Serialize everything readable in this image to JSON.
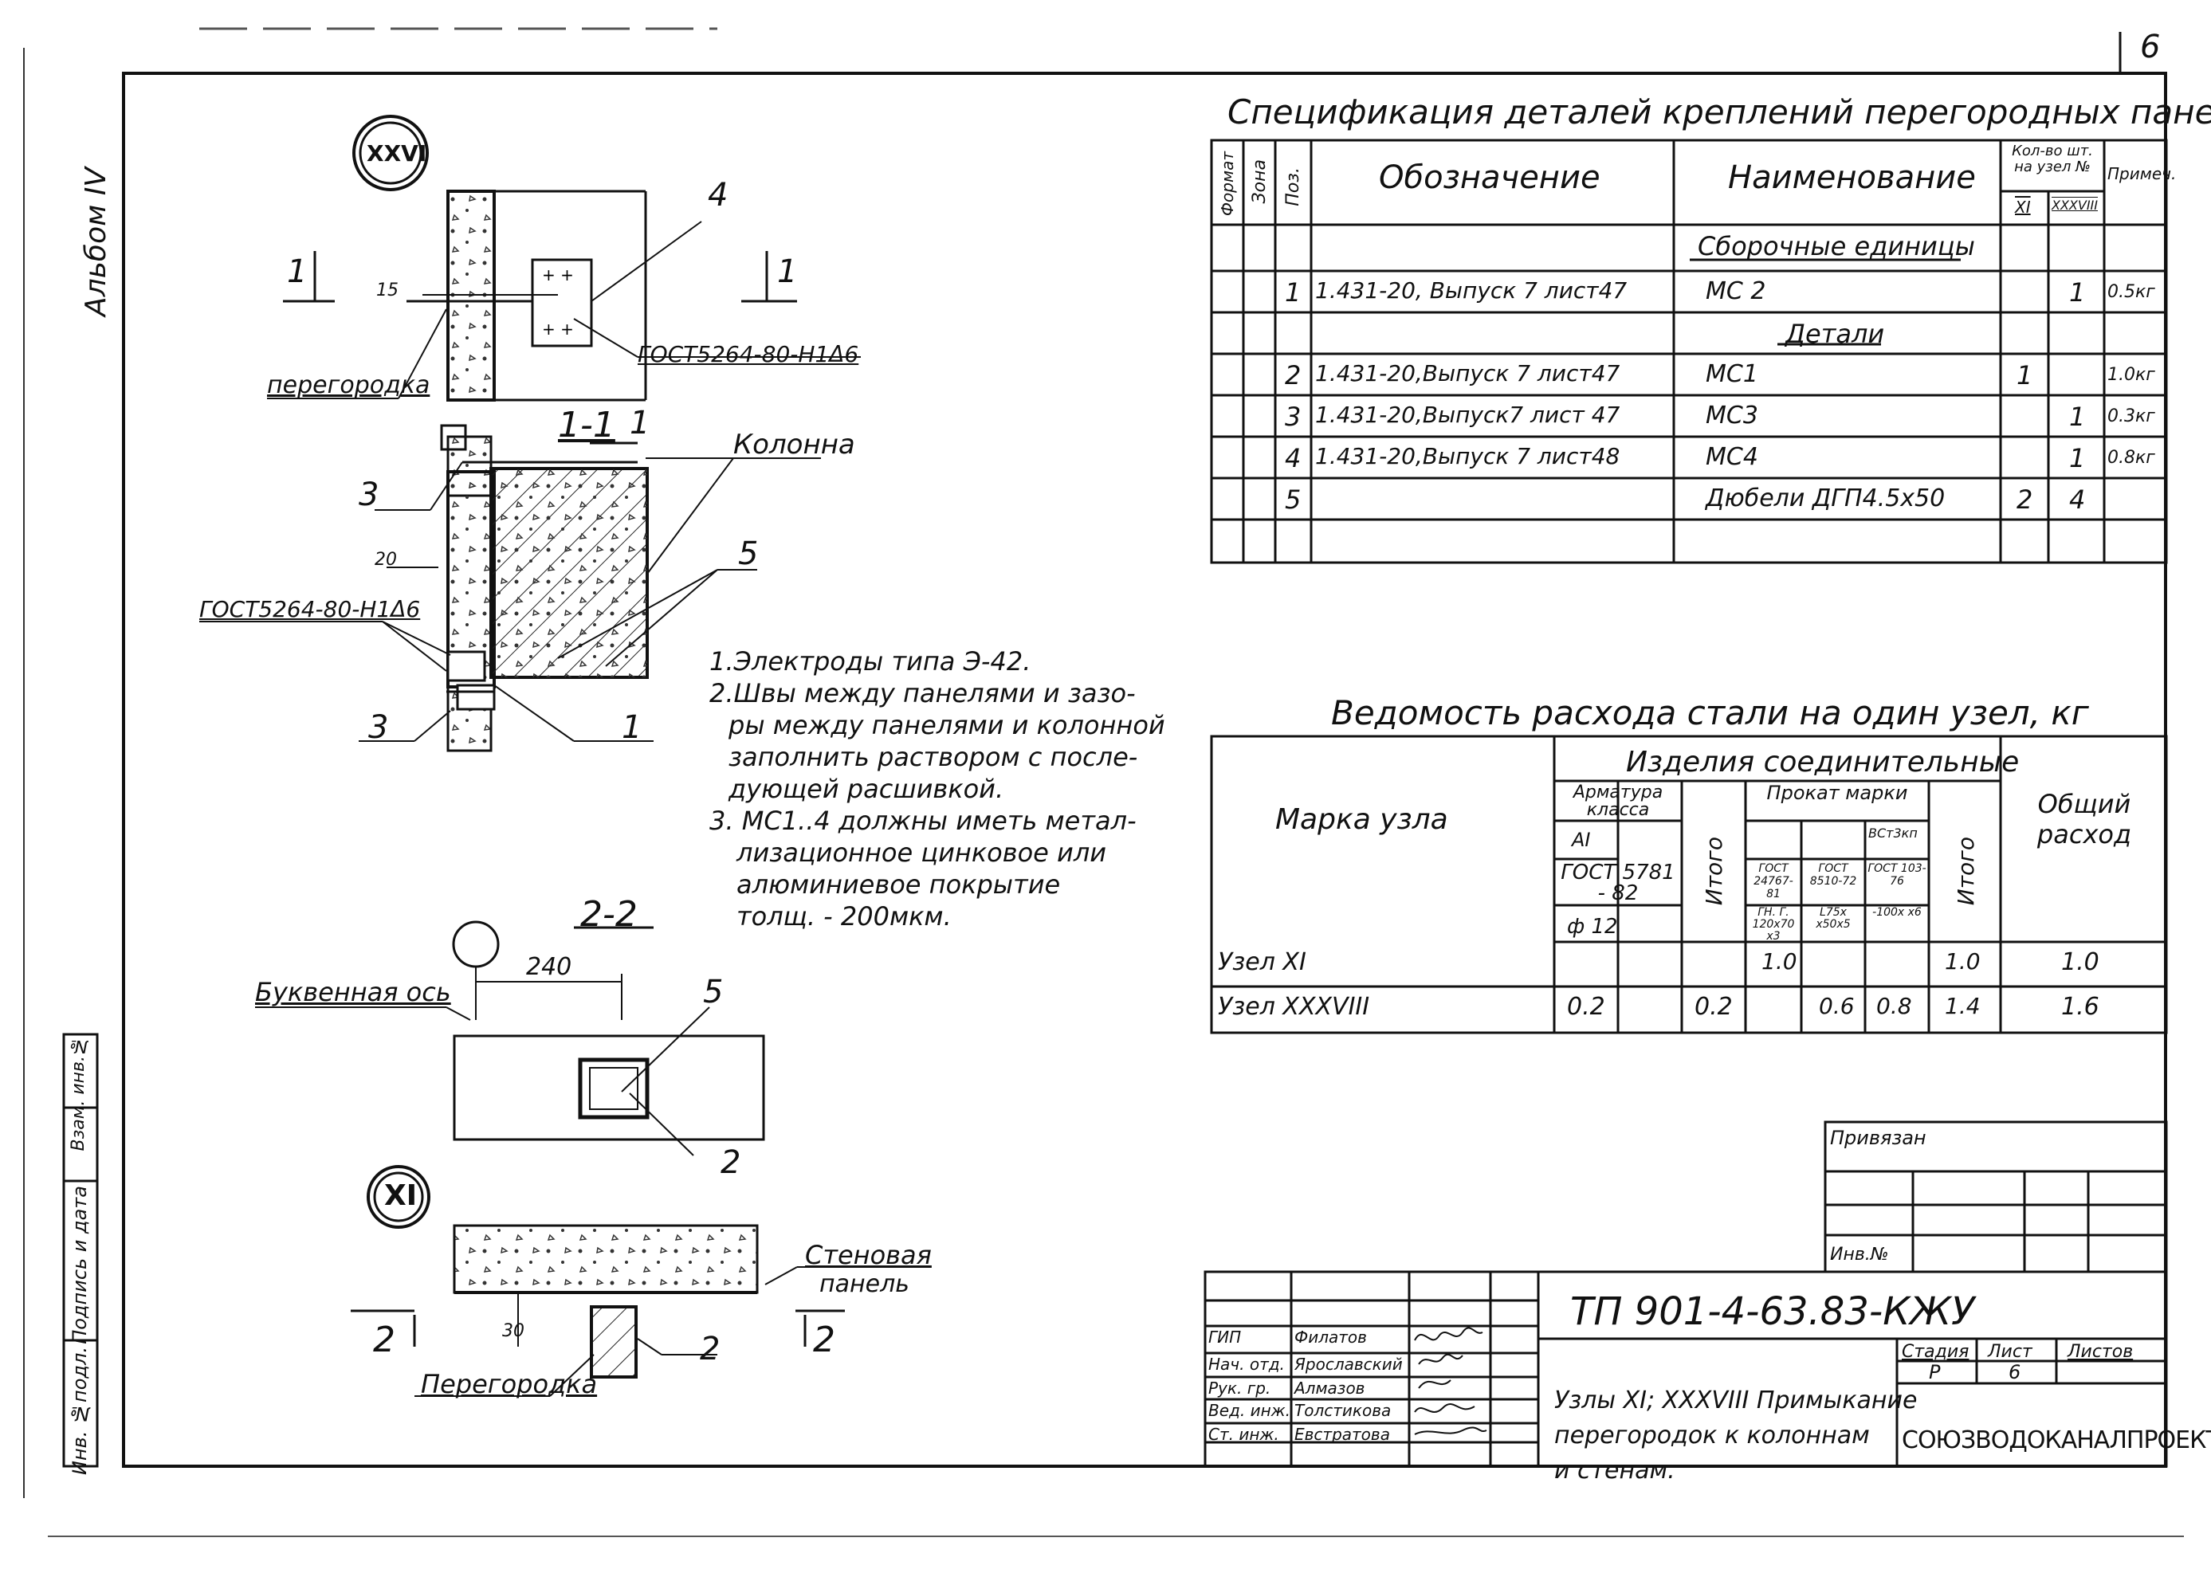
{
  "sheet_number_top": "6",
  "album_label": "Альбом IV",
  "left_strip": [
    "Инв. №подл.",
    "Подпись и дата",
    "Взам. инв.№"
  ],
  "detail_xxvi": {
    "marker": "XXVI",
    "section_mark": "1",
    "dim_15": "15",
    "label_4": "4",
    "label_peregorodka": "перегородка",
    "gost_label": "ГОСТ5264-80-Н1Δ6"
  },
  "section_1_1": {
    "title": "1-1",
    "label_1a": "1",
    "label_kolonna": "Колонна",
    "label_3a": "3",
    "dim_20": "20",
    "label_5": "5",
    "gost_label": "ГОСТ5264-80-Н1Δ6",
    "label_3b": "3",
    "label_1b": "1"
  },
  "notes": [
    "1.Электроды  типа Э-42.",
    "2.Швы между панелями и зазо-",
    "ры между панелями и колонной",
    "заполнить раствором с после-",
    "дующей расшивкой.",
    "3. МС1..4 должны иметь метал-",
    "лизационное  цинковое или",
    "алюминиевое  покрытие",
    "толщ. - 200мкм."
  ],
  "section_2_2": {
    "title": "2-2",
    "dim_240": "240",
    "label_axis": "Буквенная ось",
    "label_5": "5",
    "label_2": "2"
  },
  "detail_xi": {
    "marker": "XI",
    "label_wall": "Стеновая",
    "label_wall2": "панель",
    "label_2left": "2",
    "label_2right": "2",
    "dim_30": "30",
    "label_peregorodka": "Перегородка",
    "label_2": "2"
  },
  "spec": {
    "title": "Спецификация  деталей  креплений  перегородных  панелей",
    "headers": {
      "format": "Формат",
      "zone": "Зона",
      "pos": "Поз.",
      "designation": "Обозначение",
      "name": "Наименование",
      "qty": "Кол-во шт. на узел №",
      "qty_xi": "XI",
      "qty_xxxviii": "XXXVIII",
      "note": "Примеч."
    },
    "rows": [
      {
        "pos": "",
        "designation": "",
        "name": "Сборочные  единицы",
        "xi": "",
        "xxxviii": "",
        "note": "",
        "heading": true
      },
      {
        "pos": "1",
        "designation": "1.431-20, Выпуск 7 лист47",
        "name": "МС 2",
        "xi": "",
        "xxxviii": "1",
        "note": "0.5кг"
      },
      {
        "pos": "",
        "designation": "",
        "name": "Детали",
        "xi": "",
        "xxxviii": "",
        "note": "",
        "heading": true
      },
      {
        "pos": "2",
        "designation": "1.431-20,Выпуск 7 лист47",
        "name": "МС1",
        "xi": "1",
        "xxxviii": "",
        "note": "1.0кг"
      },
      {
        "pos": "3",
        "designation": "1.431-20,Выпуск7   лист 47",
        "name": "МС3",
        "xi": "",
        "xxxviii": "1",
        "note": "0.3кг"
      },
      {
        "pos": "4",
        "designation": "1.431-20,Выпуск 7  лист48",
        "name": "МС4",
        "xi": "",
        "xxxviii": "1",
        "note": "0.8кг"
      },
      {
        "pos": "5",
        "designation": "",
        "name": "Дюбели ДГП4.5х50",
        "xi": "2",
        "xxxviii": "4",
        "note": ""
      },
      {
        "pos": "",
        "designation": "",
        "name": "",
        "xi": "",
        "xxxviii": "",
        "note": ""
      }
    ]
  },
  "steel": {
    "title": "Ведомость  расхода  стали  на  один  узел, кг",
    "h_mark": "Марка   узла",
    "h_izdeliya": "Изделия   соединительные",
    "h_armatura": "Арматура класса",
    "h_ai": "АI",
    "h_gost5781": "ГОСТ 5781 - 82",
    "h_phi12": "ф 12",
    "h_itogo1": "Итого",
    "h_prokat": "Прокат марки",
    "h_vst3": "ВСт3кп",
    "h_gost24767": "ГОСТ 24767-81",
    "h_gost8510": "ГОСТ 8510-72",
    "h_gost103": "ГОСТ 103-76",
    "h_gn": "ГН. Г. 120х70 х3",
    "h_l75": "L75х х50х5",
    "h_100": "-100х х6",
    "h_itogo2": "Итого",
    "h_total": "Общий расход",
    "rows": [
      {
        "mark": "Узел XI",
        "phi12": "",
        "itogo1": "",
        "p1": "1.0",
        "p2": "",
        "p3": "",
        "itogo2": "1.0",
        "total": "1.0"
      },
      {
        "mark": "Узел XXXVIII",
        "phi12": "0.2",
        "itogo1": "0.2",
        "p1": "",
        "p2": "0.6",
        "p3": "0.8",
        "itogo2": "1.4",
        "total": "1.6"
      }
    ]
  },
  "privyazan": {
    "title": "Привязан",
    "inv": "Инв.№"
  },
  "stamp": {
    "code": "ТП  901-4-63.83-КЖУ",
    "roles": [
      "ГИП",
      "Нач. отд.",
      "Рук. гр.",
      "Вед. инж.",
      "Ст. инж."
    ],
    "names": [
      "Филатов",
      "Ярославский",
      "Алмазов",
      "Толстикова",
      "Евстратова"
    ],
    "description": [
      "Узлы XI; XXXVIII   Примыкание",
      "перегородок  к    колоннам",
      "и   стенам."
    ],
    "stage_label": "Стадия",
    "sheet_label": "Лист",
    "sheets_label": "Листов",
    "stage": "Р",
    "sheet": "6",
    "sheets": "",
    "org": "СОЮЗВОДОКАНАЛПРОЕКТ"
  }
}
